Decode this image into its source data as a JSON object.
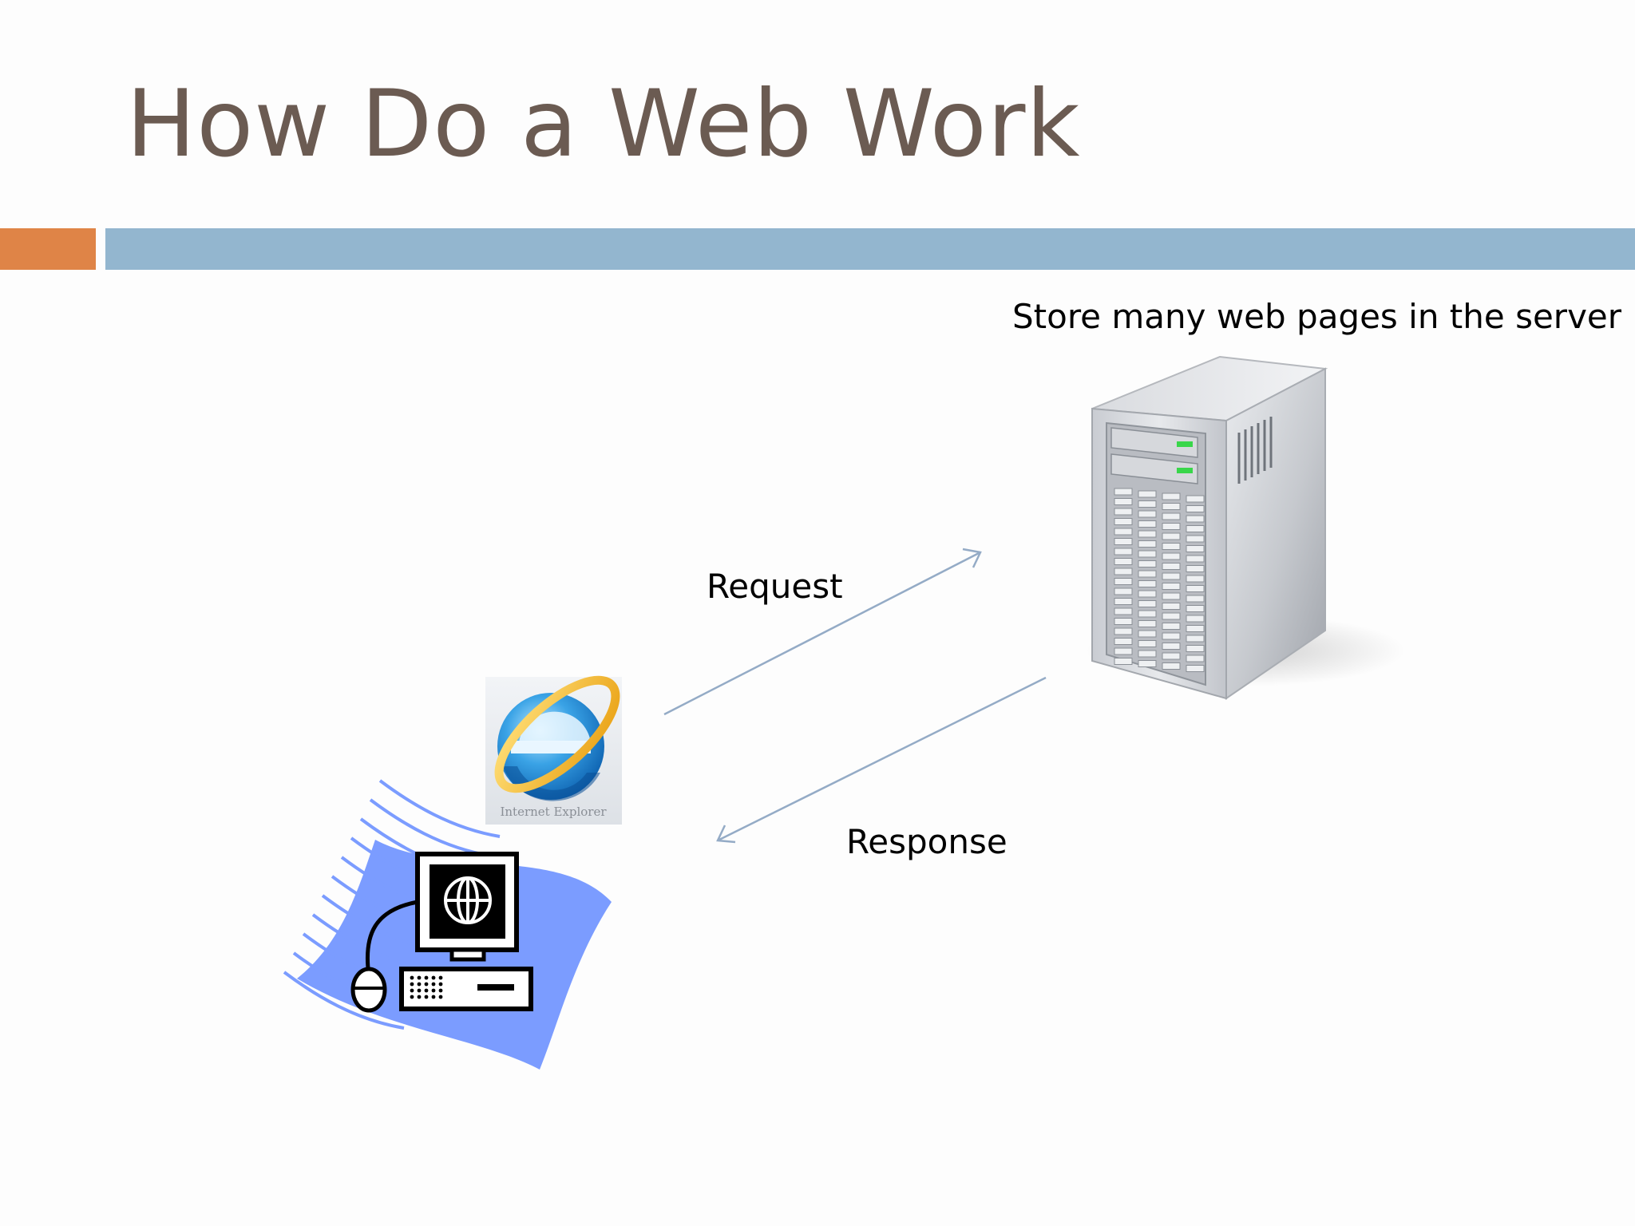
{
  "slide": {
    "title": "How Do a Web Work",
    "server_caption": "Store many web pages in the server",
    "request_label": "Request",
    "response_label": "Response",
    "browser_caption": "Internet Explorer"
  },
  "icons": {
    "server": "server-tower-icon",
    "browser": "internet-explorer-icon",
    "client": "desktop-computer-icon"
  },
  "colors": {
    "title": "#6b5b52",
    "accent_bar": "#df8447",
    "main_bar": "#93b6cf",
    "arrow": "#94abc6",
    "swoosh": "#7b9cff",
    "text": "#000000"
  }
}
